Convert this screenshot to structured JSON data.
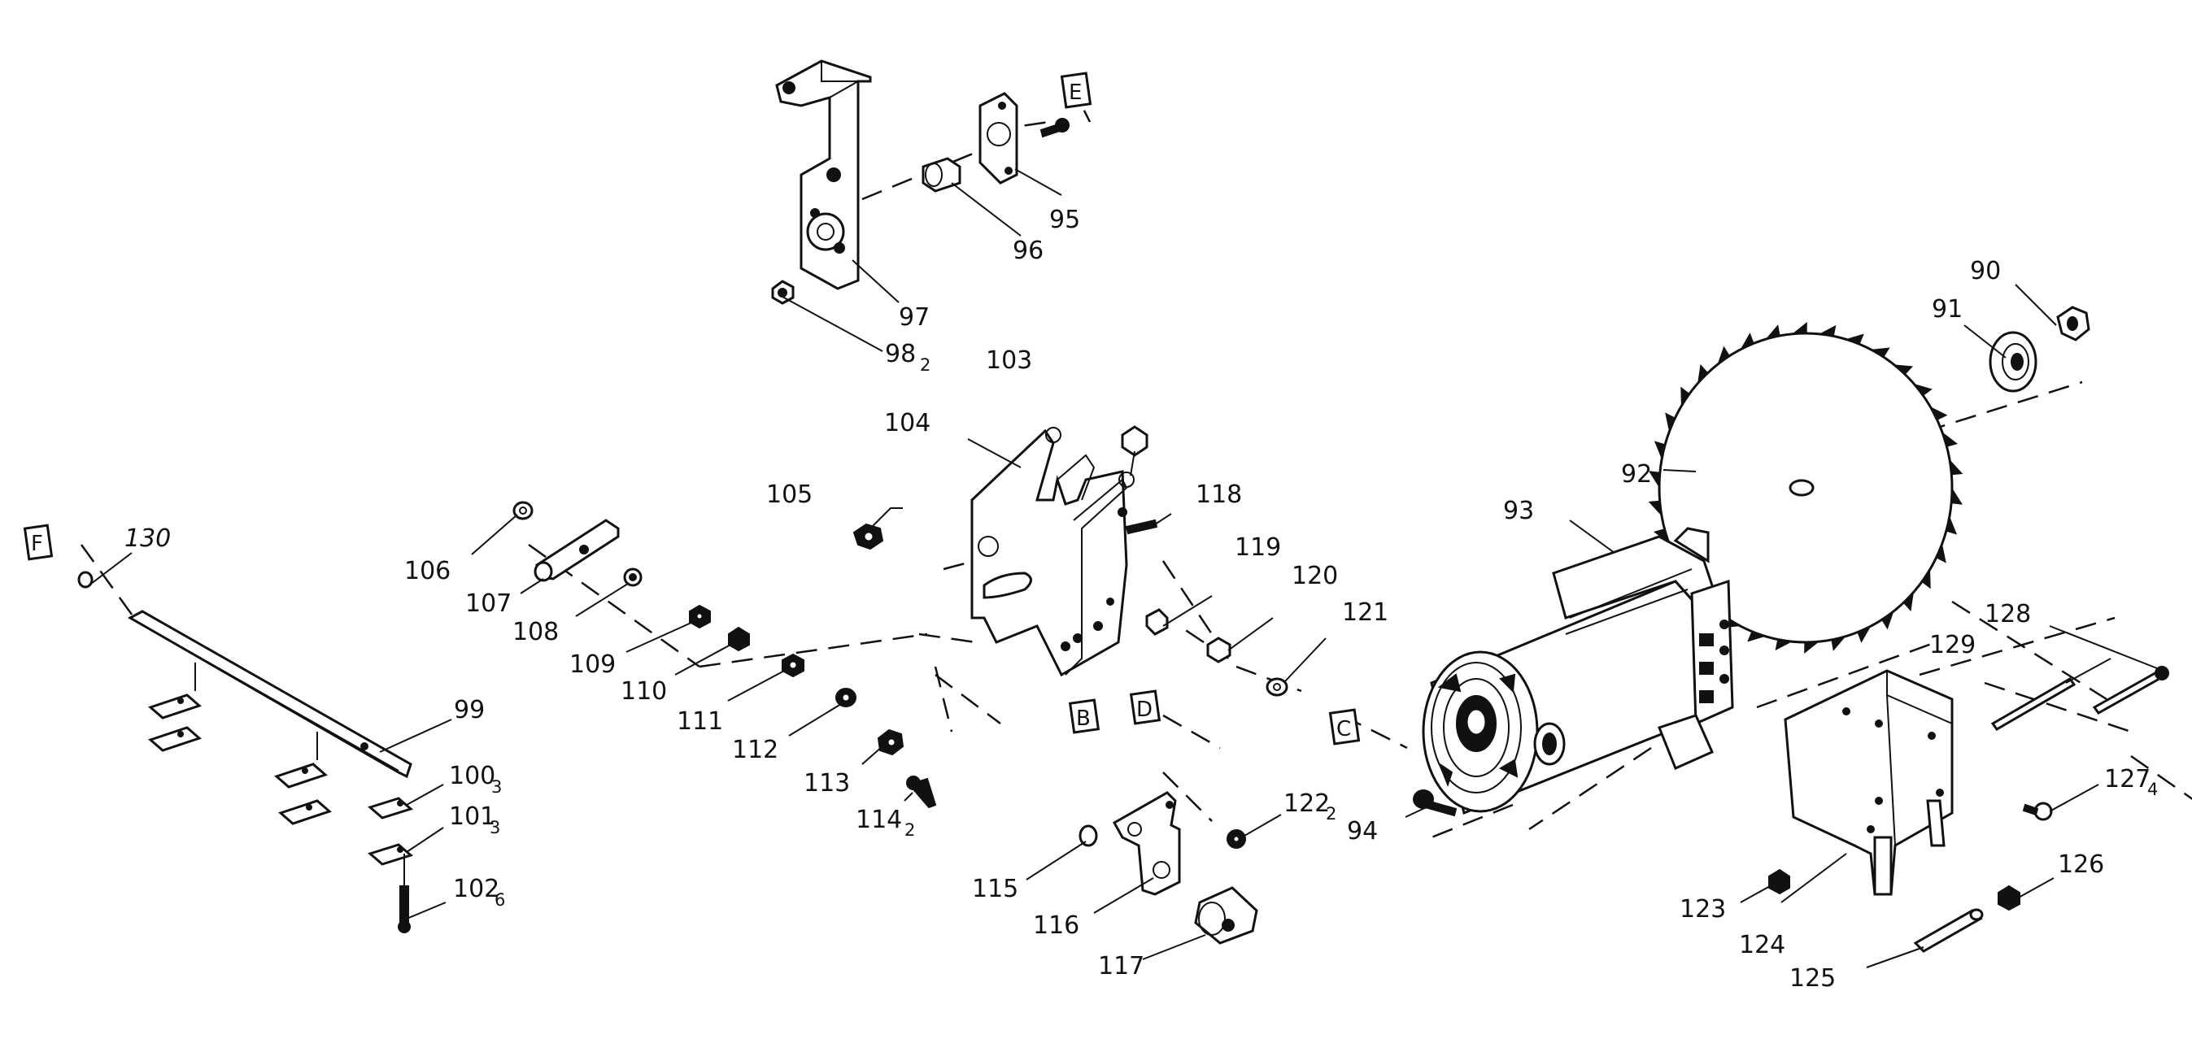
{
  "diagram": {
    "part_numbers": {
      "p90": "90",
      "p91": "91",
      "p92": "92",
      "p93": "93",
      "p94": "94",
      "p95": "95",
      "p96": "96",
      "p97": "97",
      "p98": "98",
      "p99": "99",
      "p100": "100",
      "p101": "101",
      "p102": "102",
      "p103": "103",
      "p104": "104",
      "p105": "105",
      "p106": "106",
      "p107": "107",
      "p108": "108",
      "p109": "109",
      "p110": "110",
      "p111": "111",
      "p112": "112",
      "p113": "113",
      "p114": "114",
      "p115": "115",
      "p116": "116",
      "p117": "117",
      "p118": "118",
      "p119": "119",
      "p120": "120",
      "p121": "121",
      "p122": "122",
      "p123": "123",
      "p124": "124",
      "p125": "125",
      "p126": "126",
      "p127": "127",
      "p128": "128",
      "p129": "129",
      "p130": "130"
    },
    "quantities": {
      "q98": "2",
      "q100": "3",
      "q101": "3",
      "q102": "6",
      "q114": "2",
      "q122": "2",
      "q127": "4"
    },
    "callouts": {
      "B": "B",
      "C": "C",
      "D": "D",
      "E": "E",
      "F": "F"
    }
  }
}
